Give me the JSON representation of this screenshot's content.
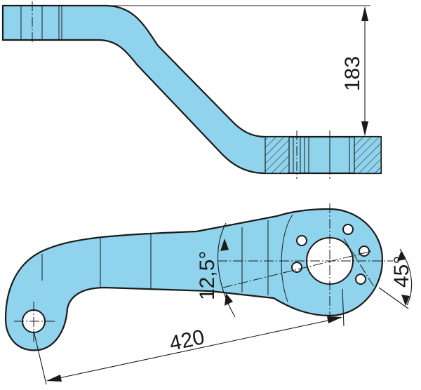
{
  "dimensions": {
    "offset_height": "183",
    "arm_length": "420",
    "angle_small": "12,5°",
    "angle_holes": "45°"
  }
}
